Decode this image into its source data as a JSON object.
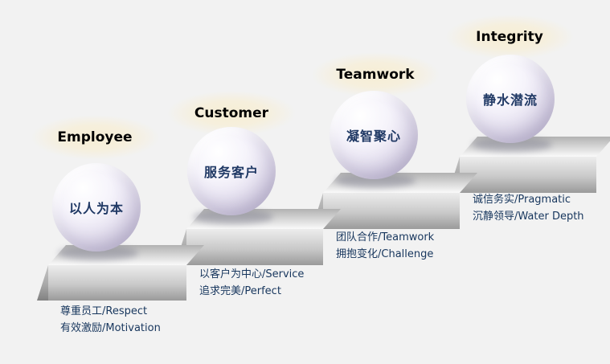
{
  "colors": {
    "background": "#f2f2f2",
    "description_text": "#17365D",
    "sphere_label_text": "#1F3864",
    "title_text": "#000000",
    "title_glow": "#f7eed4",
    "sphere_fill": "#e2ddee",
    "step_face_light": "#ececec",
    "step_face_dark": "#9e9e9e"
  },
  "steps": [
    {
      "id": "employee",
      "title": "Employee",
      "sphere_label": "以人为本",
      "desc_line1": "尊重员工/Respect",
      "desc_line2": "有效激励/Motivation"
    },
    {
      "id": "customer",
      "title": "Customer",
      "sphere_label": "服务客户",
      "desc_line1": "以客户为中心/Service",
      "desc_line2": "追求完美/Perfect"
    },
    {
      "id": "teamwork",
      "title": "Teamwork",
      "sphere_label": "凝智聚心",
      "desc_line1": "团队合作/Teamwork",
      "desc_line2": "拥抱变化/Challenge"
    },
    {
      "id": "integrity",
      "title": "Integrity",
      "sphere_label": "静水潜流",
      "desc_line1": "诚信务实/Pragmatic",
      "desc_line2": "沉静领导/Water Depth"
    }
  ]
}
